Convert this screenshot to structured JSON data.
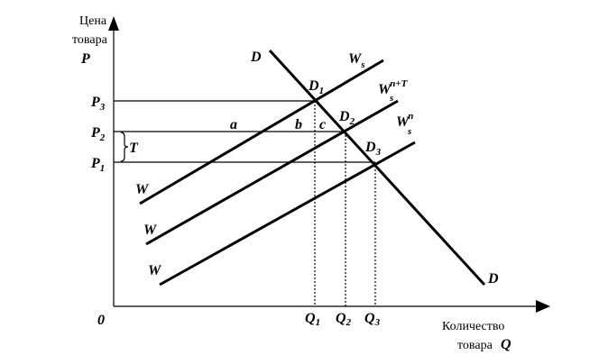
{
  "axes": {
    "y_label_line1": "Цена",
    "y_label_line2": "товара",
    "y_symbol": "P",
    "x_label_line1": "Количество",
    "x_label_line2": "товара",
    "x_symbol": "Q",
    "origin": "0"
  },
  "price_levels": [
    {
      "base": "P",
      "sub": "3"
    },
    {
      "base": "P",
      "sub": "2"
    },
    {
      "base": "P",
      "sub": "1"
    }
  ],
  "quantity_levels": [
    {
      "base": "Q",
      "sub": "1"
    },
    {
      "base": "Q",
      "sub": "2"
    },
    {
      "base": "Q",
      "sub": "3"
    }
  ],
  "tax_label": "T",
  "area_labels": {
    "a": "a",
    "b": "b",
    "c": "c"
  },
  "demand": {
    "label_top": "D",
    "label_bottom": "D"
  },
  "supply_curves": [
    {
      "base": "W",
      "sup": "",
      "sub": "s",
      "start_label": "W"
    },
    {
      "base": "W",
      "sup": "n+T",
      "sub": "s",
      "start_label": "W"
    },
    {
      "base": "W",
      "sup": "n",
      "sub": "s",
      "start_label": "W"
    }
  ],
  "equilibria": [
    {
      "base": "D",
      "sub": "1"
    },
    {
      "base": "D",
      "sub": "2"
    },
    {
      "base": "D",
      "sub": "3"
    }
  ]
}
